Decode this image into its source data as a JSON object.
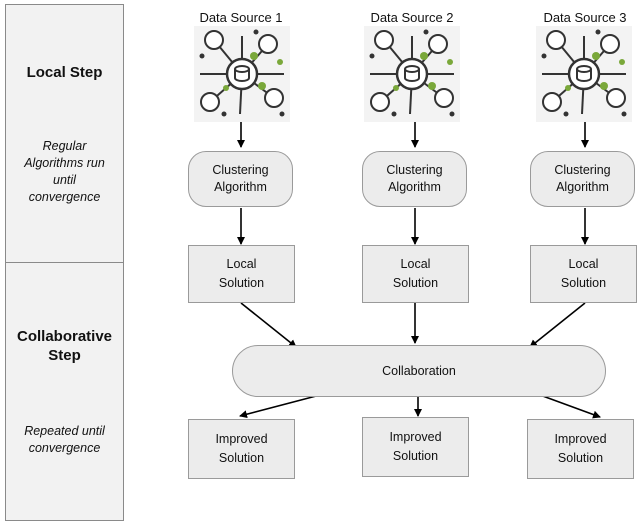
{
  "side_panel": {
    "local_step": {
      "title": "Local Step",
      "description_lines": [
        "Regular",
        "Algorithms run",
        "until",
        "convergence"
      ]
    },
    "collaborative_step": {
      "title_lines": [
        "Collaborative",
        "Step"
      ],
      "description_lines": [
        "Repeated until",
        "convergence"
      ]
    }
  },
  "columns": [
    {
      "source_label": "Data Source 1",
      "cluster_lines": [
        "Clustering",
        "Algorithm"
      ],
      "local_lines": [
        "Local",
        "Solution"
      ],
      "improved_lines": [
        "Improved",
        "Solution"
      ]
    },
    {
      "source_label": "Data Source 2",
      "cluster_lines": [
        "Clustering",
        "Algorithm"
      ],
      "local_lines": [
        "Local",
        "Solution"
      ],
      "improved_lines": [
        "Improved",
        "Solution"
      ]
    },
    {
      "source_label": "Data Source 3",
      "cluster_lines": [
        "Clustering",
        "Algorithm"
      ],
      "local_lines": [
        "Local",
        "Solution"
      ],
      "improved_lines": [
        "Improved",
        "Solution"
      ]
    }
  ],
  "collaboration": {
    "label": "Collaboration"
  },
  "icons": {
    "data_source": "data-hub-icon"
  }
}
